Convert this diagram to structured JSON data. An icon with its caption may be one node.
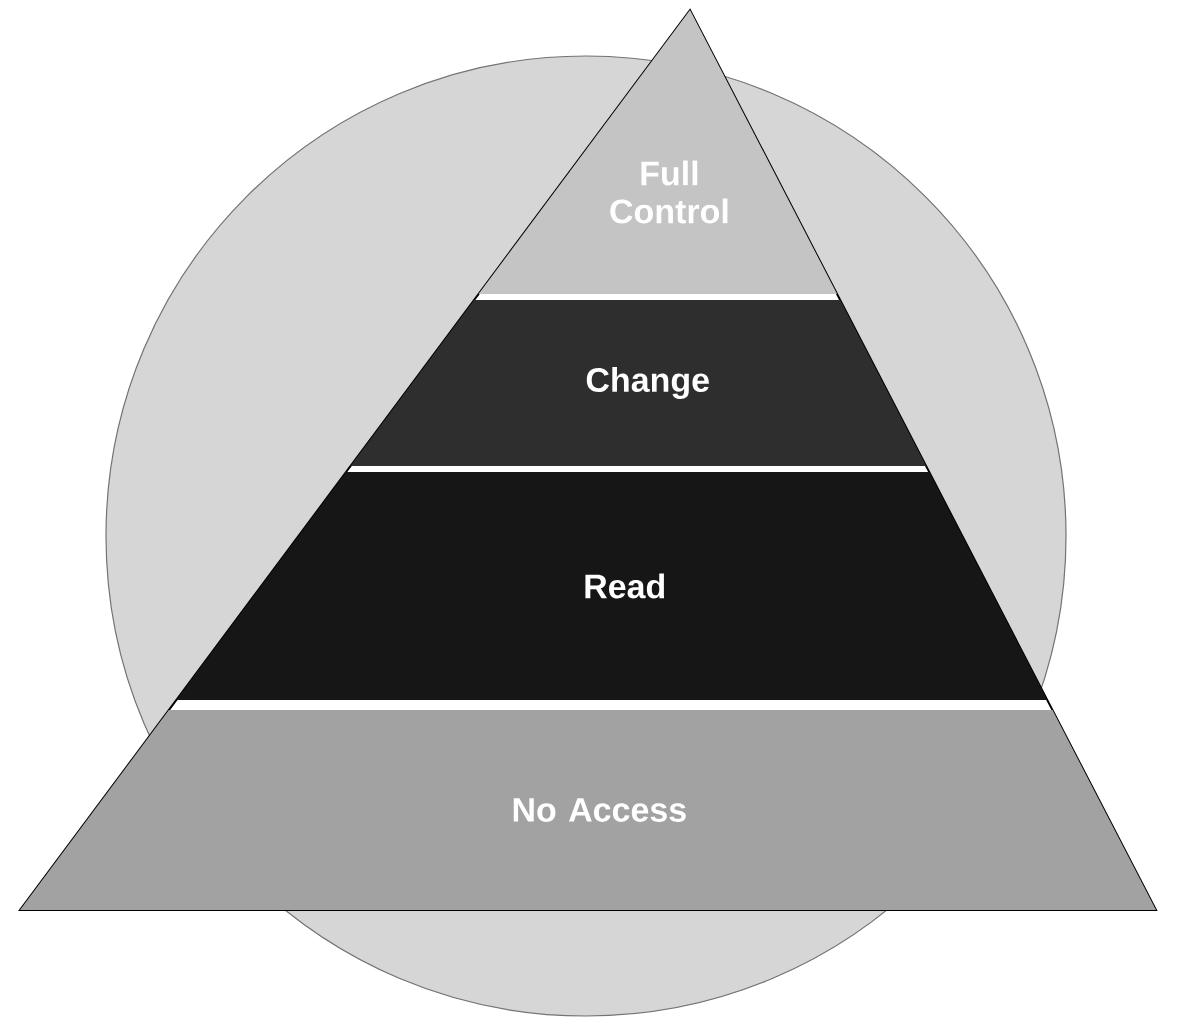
{
  "diagram": {
    "nodes": [
      {
        "text": [
          "Full Control"
        ]
      },
      {
        "text": [
          "Change"
        ]
      },
      {
        "text": [
          "Read"
        ]
      },
      {
        "text": [
          "No Access"
        ]
      }
    ]
  }
}
